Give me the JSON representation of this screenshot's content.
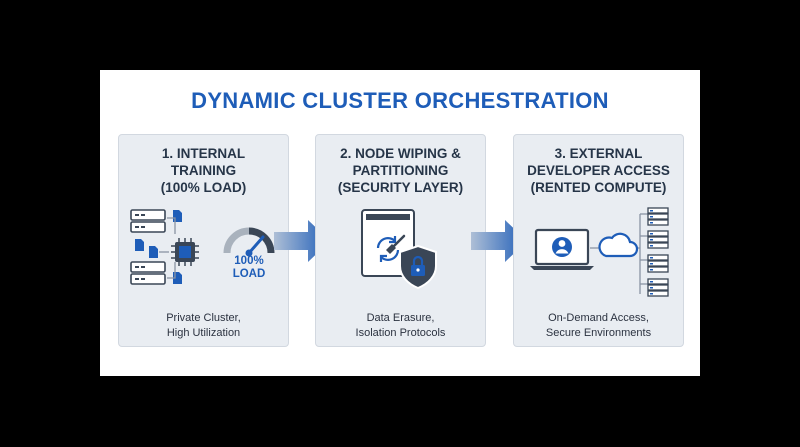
{
  "title": "DYNAMIC CLUSTER ORCHESTRATION",
  "panels": [
    {
      "title_lines": [
        "1. INTERNAL",
        "TRAINING",
        "(100% LOAD)"
      ],
      "gauge_lines": [
        "100%",
        "LOAD"
      ],
      "caption_lines": [
        "Private Cluster,",
        "High Utilization"
      ]
    },
    {
      "title_lines": [
        "2. NODE WIPING &",
        "PARTITIONING",
        "(SECURITY LAYER)"
      ],
      "caption_lines": [
        "Data Erasure,",
        "Isolation Protocols"
      ]
    },
    {
      "title_lines": [
        "3. EXTERNAL",
        "DEVELOPER ACCESS",
        "(RENTED COMPUTE)"
      ],
      "caption_lines": [
        "On-Demand Access,",
        "Secure Environments"
      ]
    }
  ],
  "colors": {
    "title_blue": "#1e5db8",
    "panel_bg": "#e9edf2",
    "icon_dark": "#3a4656",
    "accent_blue": "#1e5db8"
  }
}
